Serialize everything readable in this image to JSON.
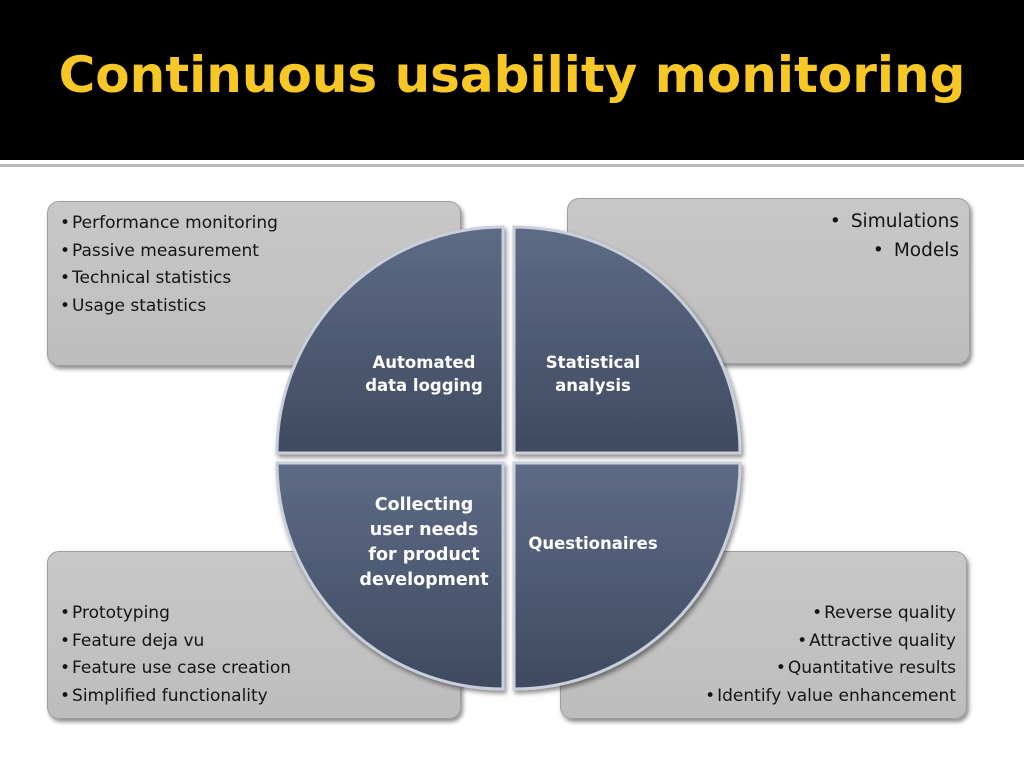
{
  "slide": {
    "title": "Continuous usability monitoring"
  },
  "colors": {
    "title_text": "#f7c825",
    "header_bg": "#000000",
    "box_fill": "#c4c4c4",
    "quadrant_fill": "#4d5a74",
    "quadrant_text": "#ffffff"
  },
  "quadrants": {
    "top_left": {
      "label": "Automated\ndata logging",
      "bullets": [
        "Performance monitoring",
        "Passive measurement",
        "Technical statistics",
        "Usage statistics"
      ]
    },
    "top_right": {
      "label": "Statistical\nanalysis",
      "bullets": [
        "Simulations",
        "Models"
      ]
    },
    "bottom_left": {
      "label": "Collecting\nuser needs\nfor product\ndevelopment",
      "bullets": [
        "Prototyping",
        "Feature deja vu",
        "Feature use case creation",
        "Simplified functionality"
      ]
    },
    "bottom_right": {
      "label": "Questionaires",
      "bullets": [
        "Reverse quality",
        "Attractive quality",
        "Quantitative results",
        "Identify value enhancement"
      ]
    }
  }
}
